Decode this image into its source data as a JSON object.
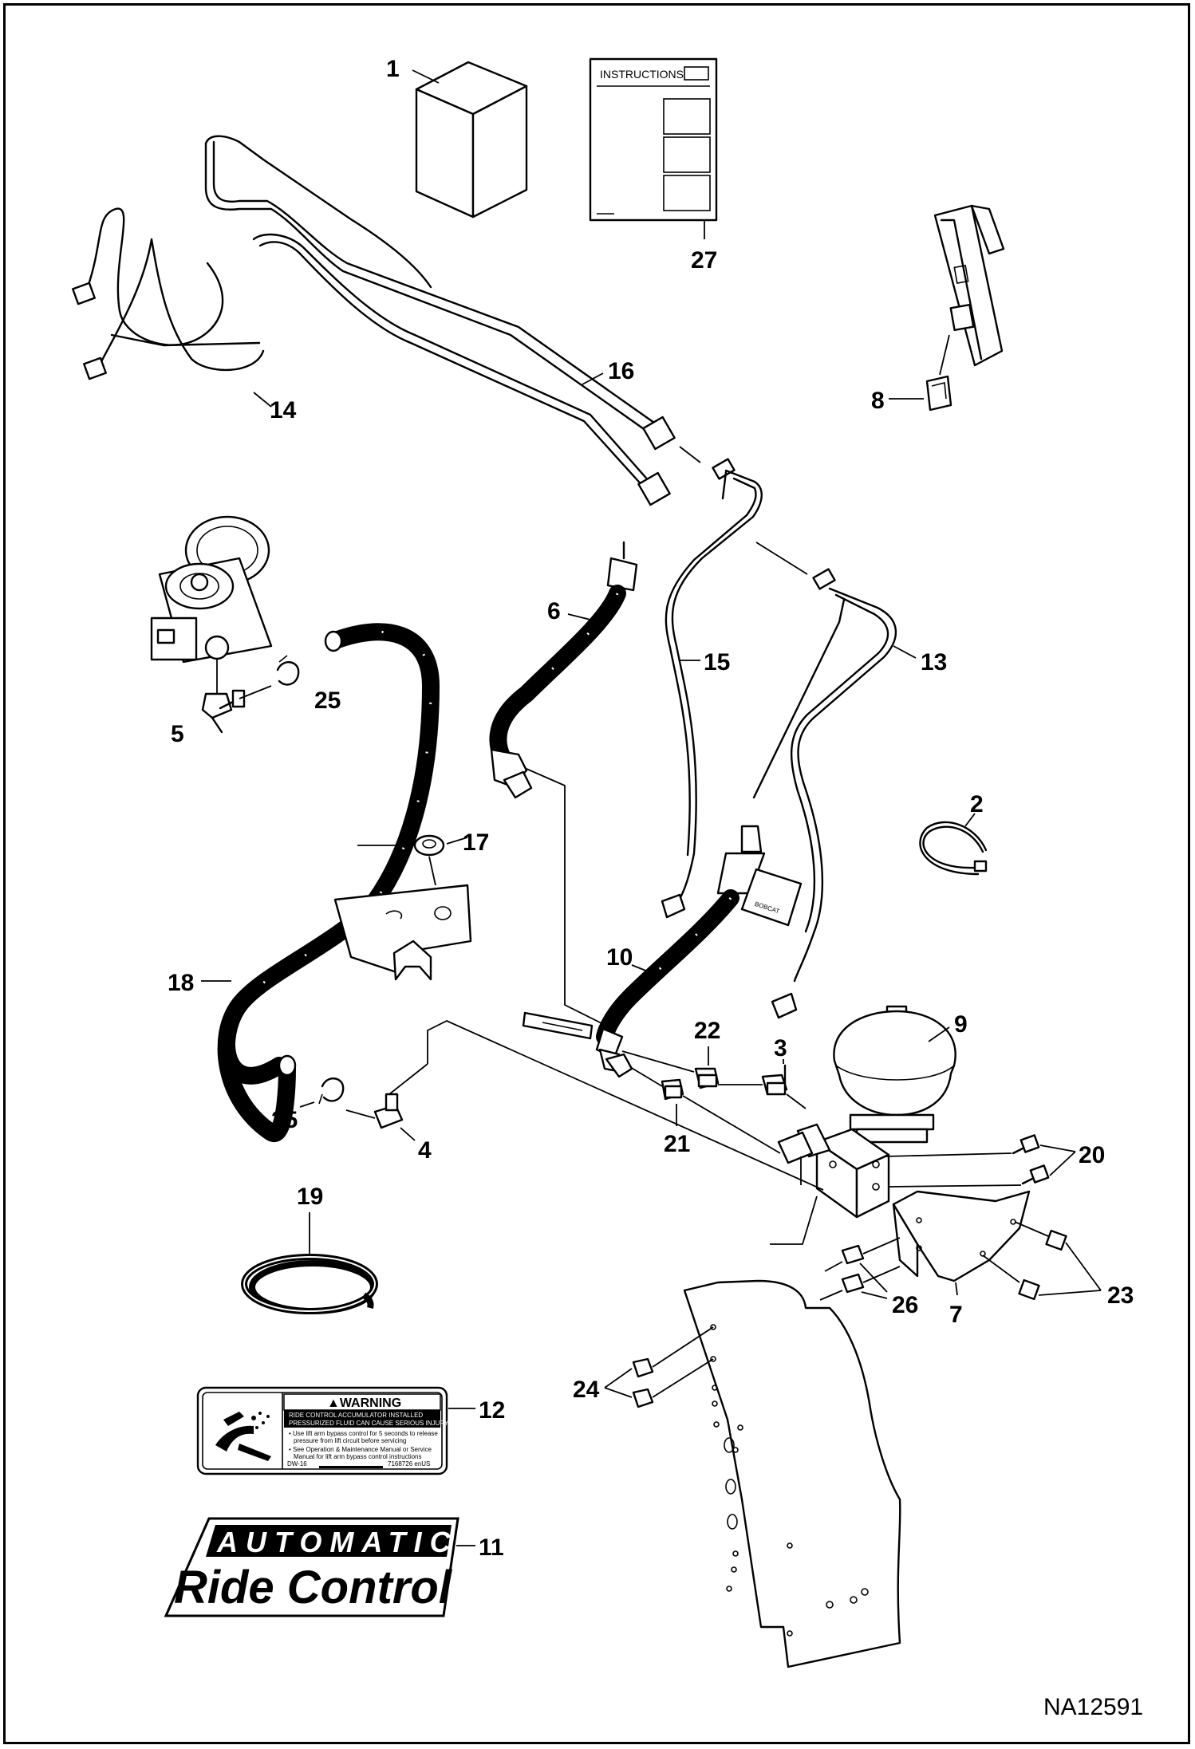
{
  "callouts": {
    "c1": "1",
    "c2": "2",
    "c3": "3",
    "c4": "4",
    "c5": "5",
    "c5b": "25",
    "c6": "6",
    "c7": "7",
    "c8": "8",
    "c9": "9",
    "c10": "10",
    "c11": "11",
    "c12": "12",
    "c13": "13",
    "c14": "14",
    "c15": "15",
    "c16": "16",
    "c17": "17",
    "c18": "18",
    "c19": "19",
    "c20": "20",
    "c21": "21",
    "c22": "22",
    "c23": "23",
    "c24": "24",
    "c25": "25",
    "c26": "26",
    "c27": "27"
  },
  "instructions_sheet": {
    "title": "INSTRUCTIONS"
  },
  "warning_decal": {
    "heading": "▲WARNING",
    "line1": "RIDE CONTROL ACCUMULATOR INSTALLED",
    "line2": "PRESSURIZED FLUID CAN CAUSE SERIOUS INJURY",
    "bullet1a": "• Use lift arm bypass control for 5 seconds to release",
    "bullet1b": "pressure from lift circuit before servicing",
    "bullet2a": "• See Operation & Maintenance Manual or Service",
    "bullet2b": "Manual for lift arm bypass control instructions",
    "code_left": "DW-16",
    "code_right": "7168726 enUS"
  },
  "ride_control_decal": {
    "top": "AUTOMATIC",
    "bottom": "Ride Control"
  },
  "figure_ref": "NA12591"
}
